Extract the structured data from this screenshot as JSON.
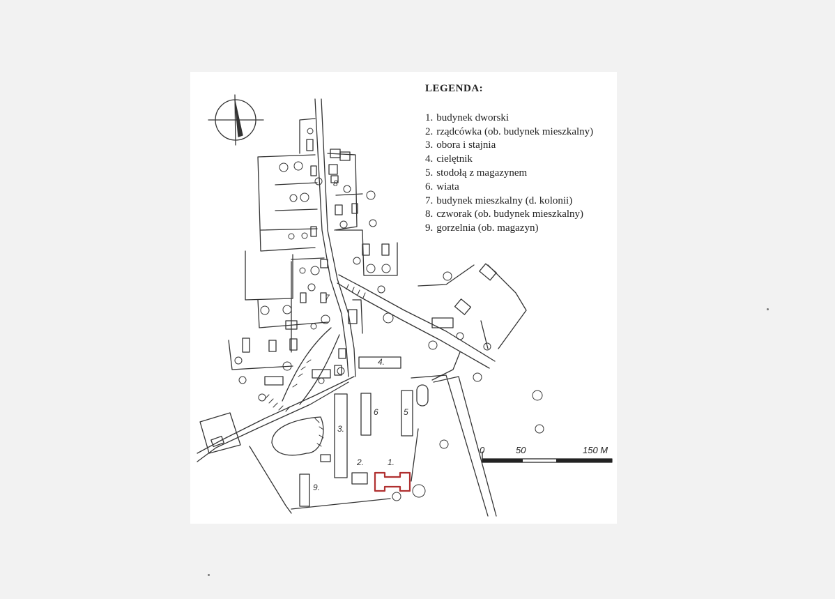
{
  "legend": {
    "title": "LEGENDA:",
    "items": [
      {
        "num": "1.",
        "text": "budynek dworski"
      },
      {
        "num": "2.",
        "text": "rządcówka (ob. budynek mieszkalny)"
      },
      {
        "num": "3.",
        "text": "obora i stajnia"
      },
      {
        "num": "4.",
        "text": "cielętnik"
      },
      {
        "num": "5.",
        "text": "stodołą z magazynem"
      },
      {
        "num": "6.",
        "text": "wiata"
      },
      {
        "num": "7.",
        "text": "budynek mieszkalny (d. kolonii)"
      },
      {
        "num": "8.",
        "text": "czworak (ob. budynek mieszkalny)"
      },
      {
        "num": "9.",
        "text": "gorzelnia (ob. magazyn)"
      }
    ]
  },
  "scale": {
    "labels": [
      "0",
      "50",
      "150 M"
    ]
  },
  "building_labels": {
    "b1": "1.",
    "b2": "2.",
    "b3": "3.",
    "b4": "4.",
    "b5": "5",
    "b6": "6",
    "b7": "7",
    "b8": "8",
    "b9": "9."
  },
  "colors": {
    "highlight": "#b03030",
    "ink": "#333333",
    "paper": "#f2f2f2",
    "sheet": "#ffffff"
  },
  "icons": {
    "north_arrow": "compass-north-icon",
    "tree": "tree-icon"
  }
}
